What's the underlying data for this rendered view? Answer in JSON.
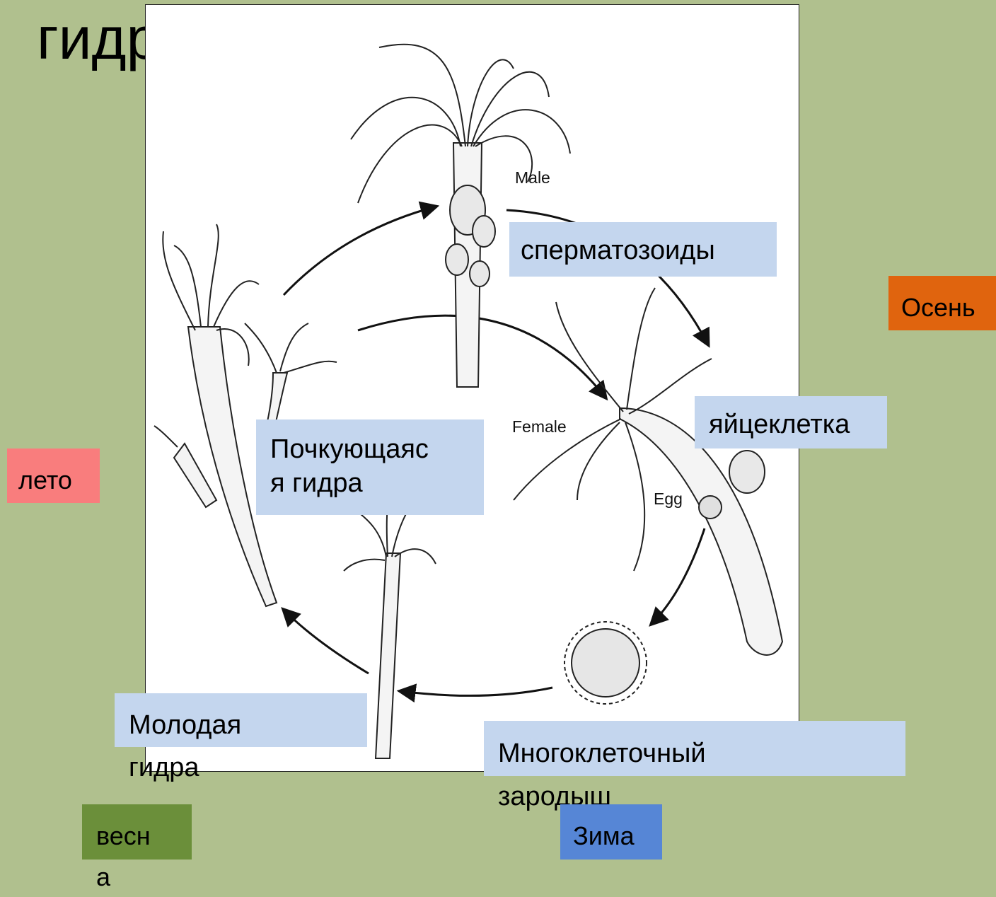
{
  "title": "гидры",
  "diagram": {
    "english_labels": {
      "male": "Male",
      "female": "Female",
      "egg": "Egg"
    }
  },
  "labels": {
    "sperm": "сперматозоиды",
    "egg_cell": "яйцеклетка",
    "budding": "Почкующаяся гидра",
    "young": "Молодая гидра",
    "embryo": "Многоклеточный зародыш"
  },
  "seasons": {
    "autumn": "Осень",
    "summer": "лето",
    "spring": "весна",
    "winter": "Зима"
  },
  "colors": {
    "background": "#b0c08e",
    "label_box": "#c4d6ee",
    "autumn": "#e0640e",
    "summer": "#f97d7d",
    "spring": "#6b8f3a",
    "winter": "#5686d6"
  }
}
